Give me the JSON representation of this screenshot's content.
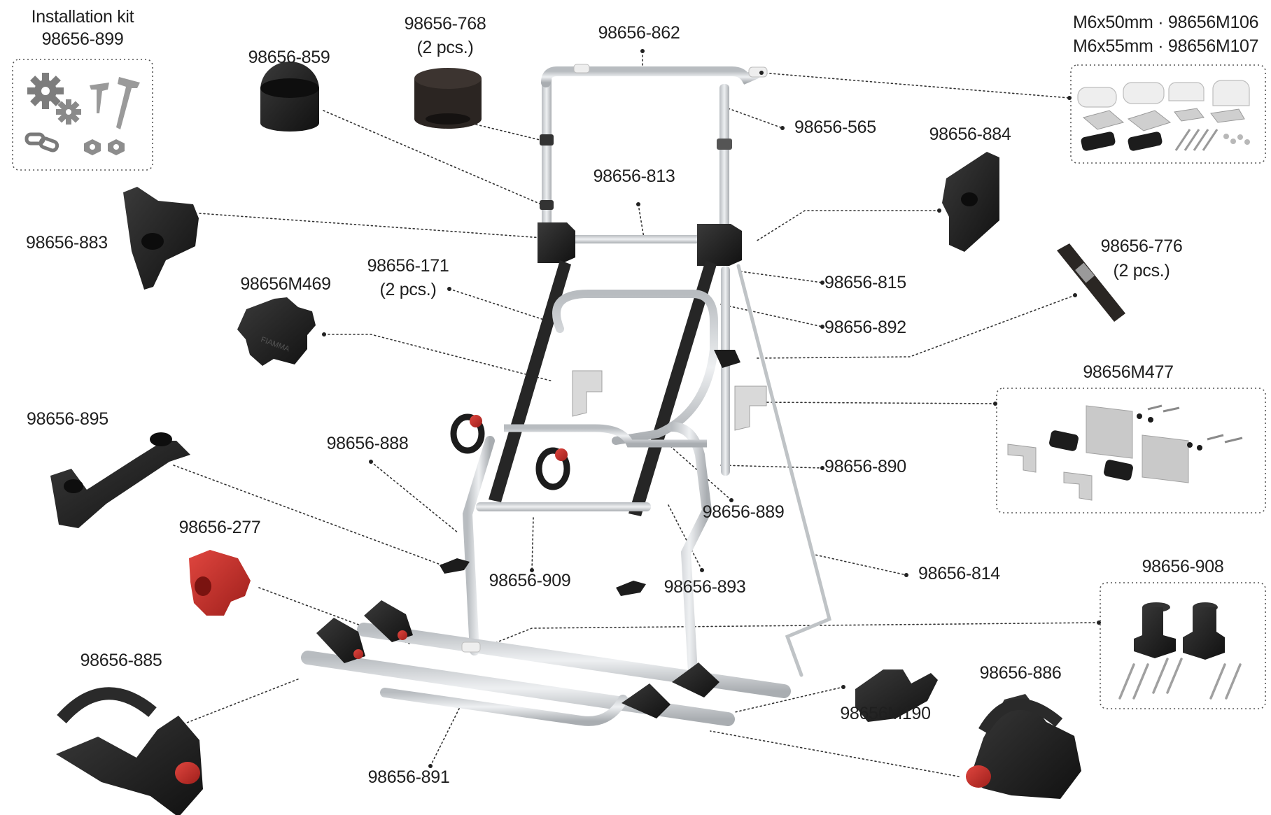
{
  "labels": {
    "installation_kit_title": "Installation kit",
    "installation_kit_num": "98656-899",
    "p859": "98656-859",
    "p768": "98656-768",
    "p768_qty": "(2 pcs.)",
    "p862": "98656-862",
    "m106": "M6x50mm · 98656M106",
    "m107": "M6x55mm · 98656M107",
    "p565": "98656-565",
    "p884": "98656-884",
    "p813": "98656-813",
    "p883": "98656-883",
    "p171": "98656-171",
    "p171_qty": "(2 pcs.)",
    "m469": "98656M469",
    "p815": "98656-815",
    "p776": "98656-776",
    "p776_qty": "(2 pcs.)",
    "p892": "98656-892",
    "m477": "98656M477",
    "p895": "98656-895",
    "p888": "98656-888",
    "p890": "98656-890",
    "p889": "98656-889",
    "p277": "98656-277",
    "p909": "98656-909",
    "p893": "98656-893",
    "p814": "98656-814",
    "p908": "98656-908",
    "p885": "98656-885",
    "m190": "98656M190",
    "p886": "98656-886",
    "p891": "98656-891"
  },
  "brand_text": "FIAMMA",
  "colors": {
    "label_text": "#1f1f1f",
    "leader_line": "#333333",
    "aluminium": "#d6d9dc",
    "aluminium_shade": "#a9adb1",
    "black_plastic": "#1c1c1c",
    "strap_dark": "#2a2a2a",
    "red_knob": "#c9302c",
    "kit_grey": "#8e8e8e",
    "bracket_white": "#eeeeee",
    "plate_silver": "#c8c8c8"
  },
  "icons": [
    "gear-icon",
    "screw-icon",
    "nut-icon",
    "chain-link-icon"
  ]
}
